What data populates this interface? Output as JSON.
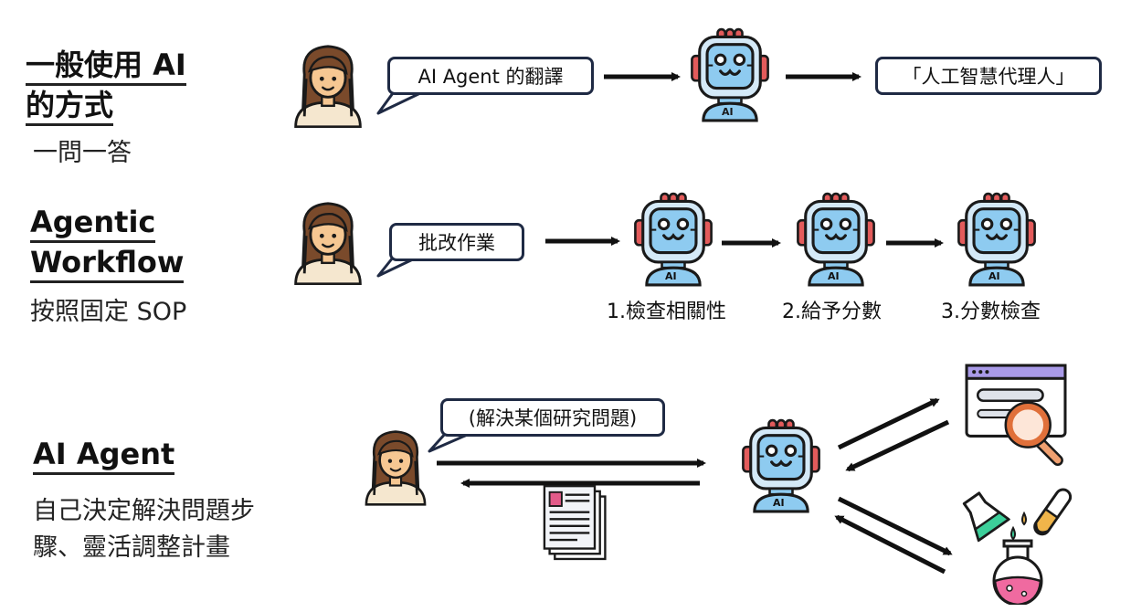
{
  "rows": [
    {
      "title_lines": [
        "一般使用 AI",
        "的方式"
      ],
      "description": "一問一答",
      "bubble": "AI Agent 的翻譯",
      "result": "「人工智慧代理人」"
    },
    {
      "title_lines": [
        "Agentic",
        "Workflow"
      ],
      "description": "按照固定 SOP",
      "bubble": "批改作業",
      "steps": [
        "1.檢查相關性",
        "2.給予分數",
        "3.分數檢查"
      ]
    },
    {
      "title_lines": [
        "AI Agent"
      ],
      "description_lines": [
        "自己決定解決問題步",
        "驟、靈活調整計畫"
      ],
      "bubble": "(解決某個研究問題)"
    }
  ],
  "robot_badge": "AI",
  "colors": {
    "bubble_border": "#1f2a44",
    "robot_face": "#8ecbf0",
    "robot_head": "#d4e9f7",
    "robot_cap": "#e35b5b",
    "hair": "#7a4a2b",
    "skin": "#f6c792",
    "shirt": "#f5e7cf",
    "outline": "#1a1a1a"
  }
}
